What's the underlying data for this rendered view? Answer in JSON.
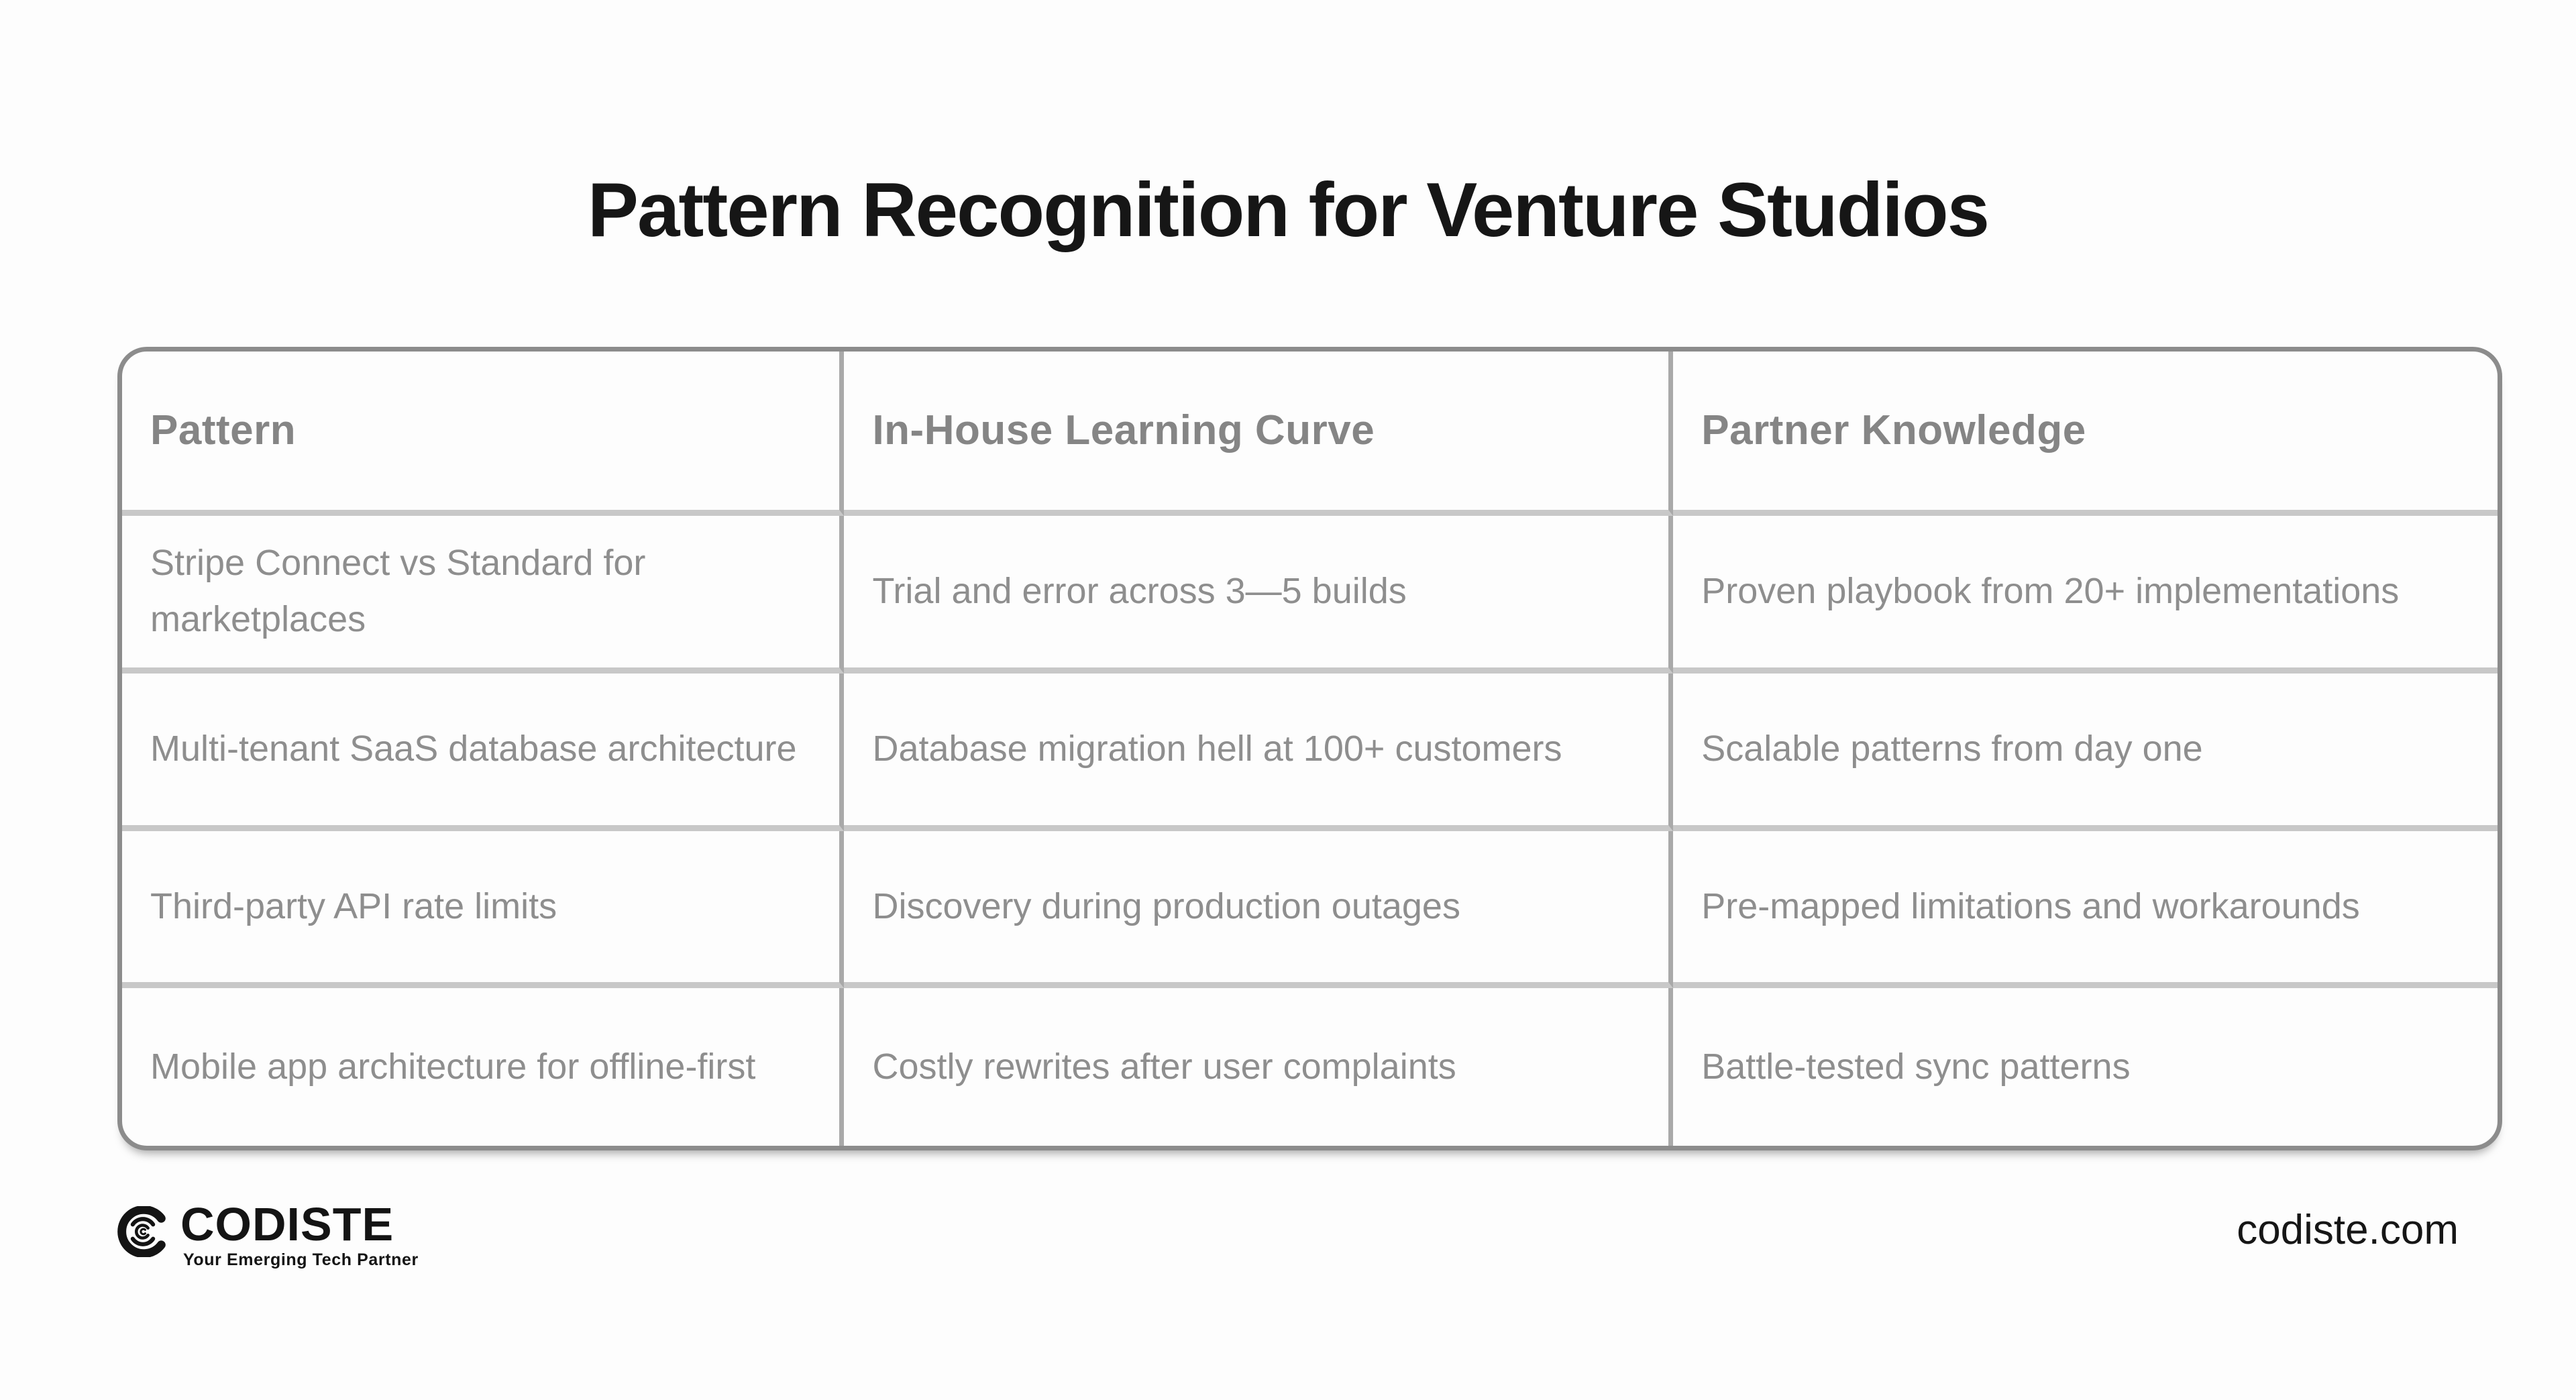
{
  "title": "Pattern Recognition for Venture Studios",
  "table": {
    "headers": [
      "Pattern",
      "In-House Learning Curve",
      "Partner Knowledge"
    ],
    "rows": [
      [
        "Stripe Connect vs Standard for marketplaces",
        "Trial and error across 3—5 builds",
        "Proven playbook from 20+ implementations"
      ],
      [
        "Multi-tenant SaaS database architecture",
        "Database migration hell at 100+ customers",
        "Scalable patterns from day one"
      ],
      [
        "Third-party API rate limits",
        "Discovery during production outages",
        "Pre-mapped limitations and workarounds"
      ],
      [
        "Mobile app architecture for offline-first",
        "Costly rewrites after user complaints",
        "Battle-tested sync patterns"
      ]
    ]
  },
  "footer": {
    "logo_name": "CODISTE",
    "logo_tagline": "Your Emerging Tech Partner",
    "website": "codiste.com"
  },
  "colors": {
    "background": "#fdfdfd",
    "title_text": "#161616",
    "header_text": "#858585",
    "body_text": "#8e8e8e",
    "outer_border": "#8c8c8c",
    "inner_border_vertical": "#a9a9a9",
    "inner_border_horizontal": "#c8c8c8",
    "logo_black": "#141414"
  }
}
